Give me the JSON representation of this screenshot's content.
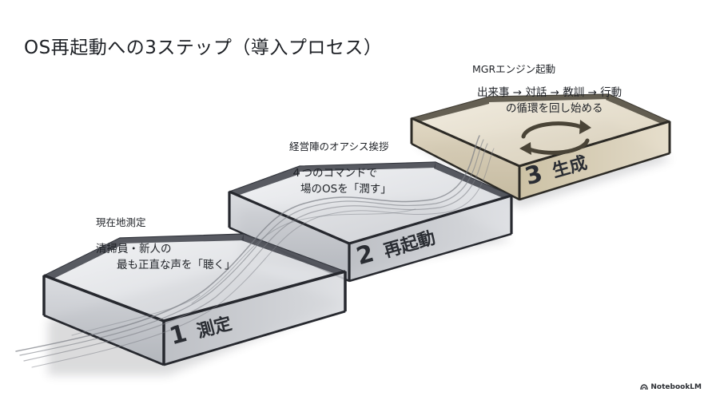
{
  "title": "OS再起動への3ステップ（導入プロセス）",
  "steps": [
    {
      "number": "1",
      "name": "測定",
      "heading": "現在地測定",
      "description": [
        "清掃員・新人の",
        "最も正直な声を「聴く」"
      ]
    },
    {
      "number": "2",
      "name": "再起動",
      "heading": "経営陣のオアシス挨拶",
      "description": [
        "４つのコマンドで",
        "場のOSを「潤す」"
      ]
    },
    {
      "number": "3",
      "name": "生成",
      "heading": "MGRエンジン起動",
      "description": [
        "出来事 → 対話 → 教訓 → 行動",
        "の循環を回し始める"
      ]
    }
  ],
  "brand": "NotebookLM",
  "icons": {
    "cycle": "cycle-arrows-icon",
    "brand_logo": "notebooklm-logo-icon"
  },
  "colors": {
    "box_frame": "#2e3138",
    "box_glass": "#c9ccd2",
    "box3_tint": "#d7ccb5",
    "flow_lines": "#7b7e85"
  }
}
